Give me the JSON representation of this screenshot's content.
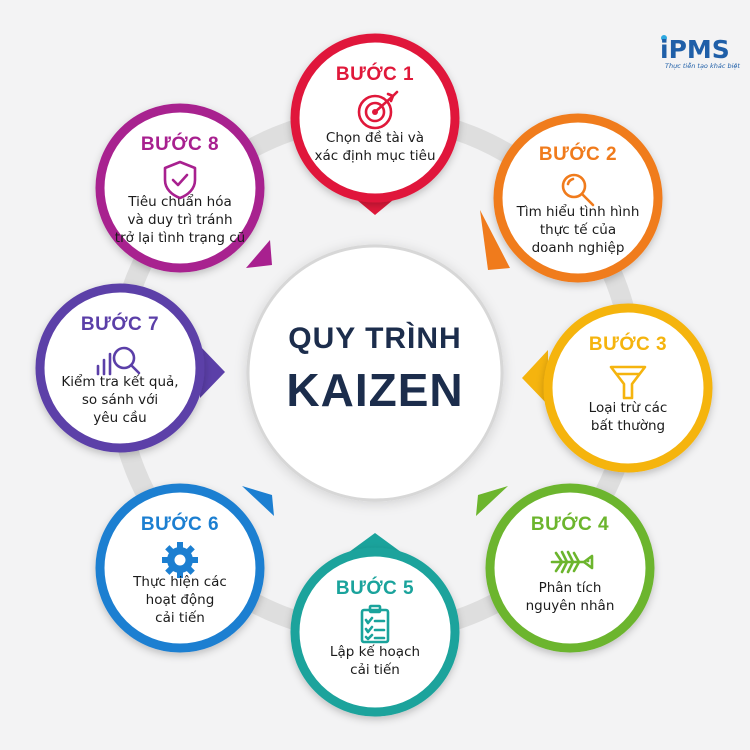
{
  "logo": {
    "text": "iPMS",
    "tagline": "Thực tiễn tạo khác biệt"
  },
  "center": {
    "line1": "QUY TRÌNH",
    "line2": "KAIZEN"
  },
  "steps": [
    {
      "title": "BƯỚC 1",
      "lines": [
        "Chọn đề tài và",
        "xác định mục tiêu"
      ],
      "icon": "target-icon",
      "color": "#e0183a"
    },
    {
      "title": "BƯỚC 2",
      "lines": [
        "Tìm hiểu tình hình",
        "thực tế của",
        "doanh nghiệp"
      ],
      "icon": "magnifier-icon",
      "color": "#f07b1c"
    },
    {
      "title": "BƯỚC 3",
      "lines": [
        "Loại trừ các",
        "bất thường"
      ],
      "icon": "funnel-icon",
      "color": "#f5b40e"
    },
    {
      "title": "BƯỚC 4",
      "lines": [
        "Phân tích",
        "nguyên nhân"
      ],
      "icon": "fishbone-icon",
      "color": "#6cb52d"
    },
    {
      "title": "BƯỚC 5",
      "lines": [
        "Lập kế hoạch",
        "cải tiến"
      ],
      "icon": "checklist-icon",
      "color": "#1aa39c"
    },
    {
      "title": "BƯỚC 6",
      "lines": [
        "Thực hiện các",
        "hoạt động",
        "cải tiến"
      ],
      "icon": "gear-icon",
      "color": "#1c7fd1"
    },
    {
      "title": "BƯỚC 7",
      "lines": [
        "Kiểm tra kết quả,",
        "so sánh với",
        "yêu cầu"
      ],
      "icon": "chart-search-icon",
      "color": "#5b3fa8"
    },
    {
      "title": "BƯỚC 8",
      "lines": [
        "Tiêu chuẩn hóa",
        "và duy trì tránh",
        "trở lại tình trạng cũ"
      ],
      "icon": "shield-check-icon",
      "color": "#a8208f"
    }
  ]
}
